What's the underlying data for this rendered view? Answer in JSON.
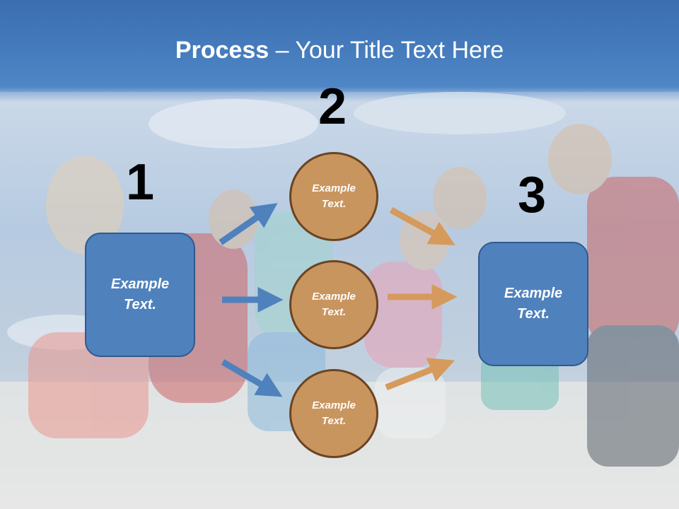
{
  "title": {
    "bold": "Process",
    "rest": " – Your Title Text Here"
  },
  "steps": [
    {
      "number": "1"
    },
    {
      "number": "2"
    },
    {
      "number": "3"
    }
  ],
  "left_box": {
    "text": "Example Text."
  },
  "circles": [
    {
      "text": "Example Text."
    },
    {
      "text": "Example Text."
    },
    {
      "text": "Example Text."
    }
  ],
  "right_box": {
    "text": "Example Text."
  },
  "colors": {
    "header_blue": "#3e72b5",
    "box_blue": "#4f81bd",
    "circle_tan": "#c9955e",
    "circle_border": "#6b4423",
    "arrow_blue": "#4f81bd",
    "arrow_orange": "#d59a5c"
  }
}
